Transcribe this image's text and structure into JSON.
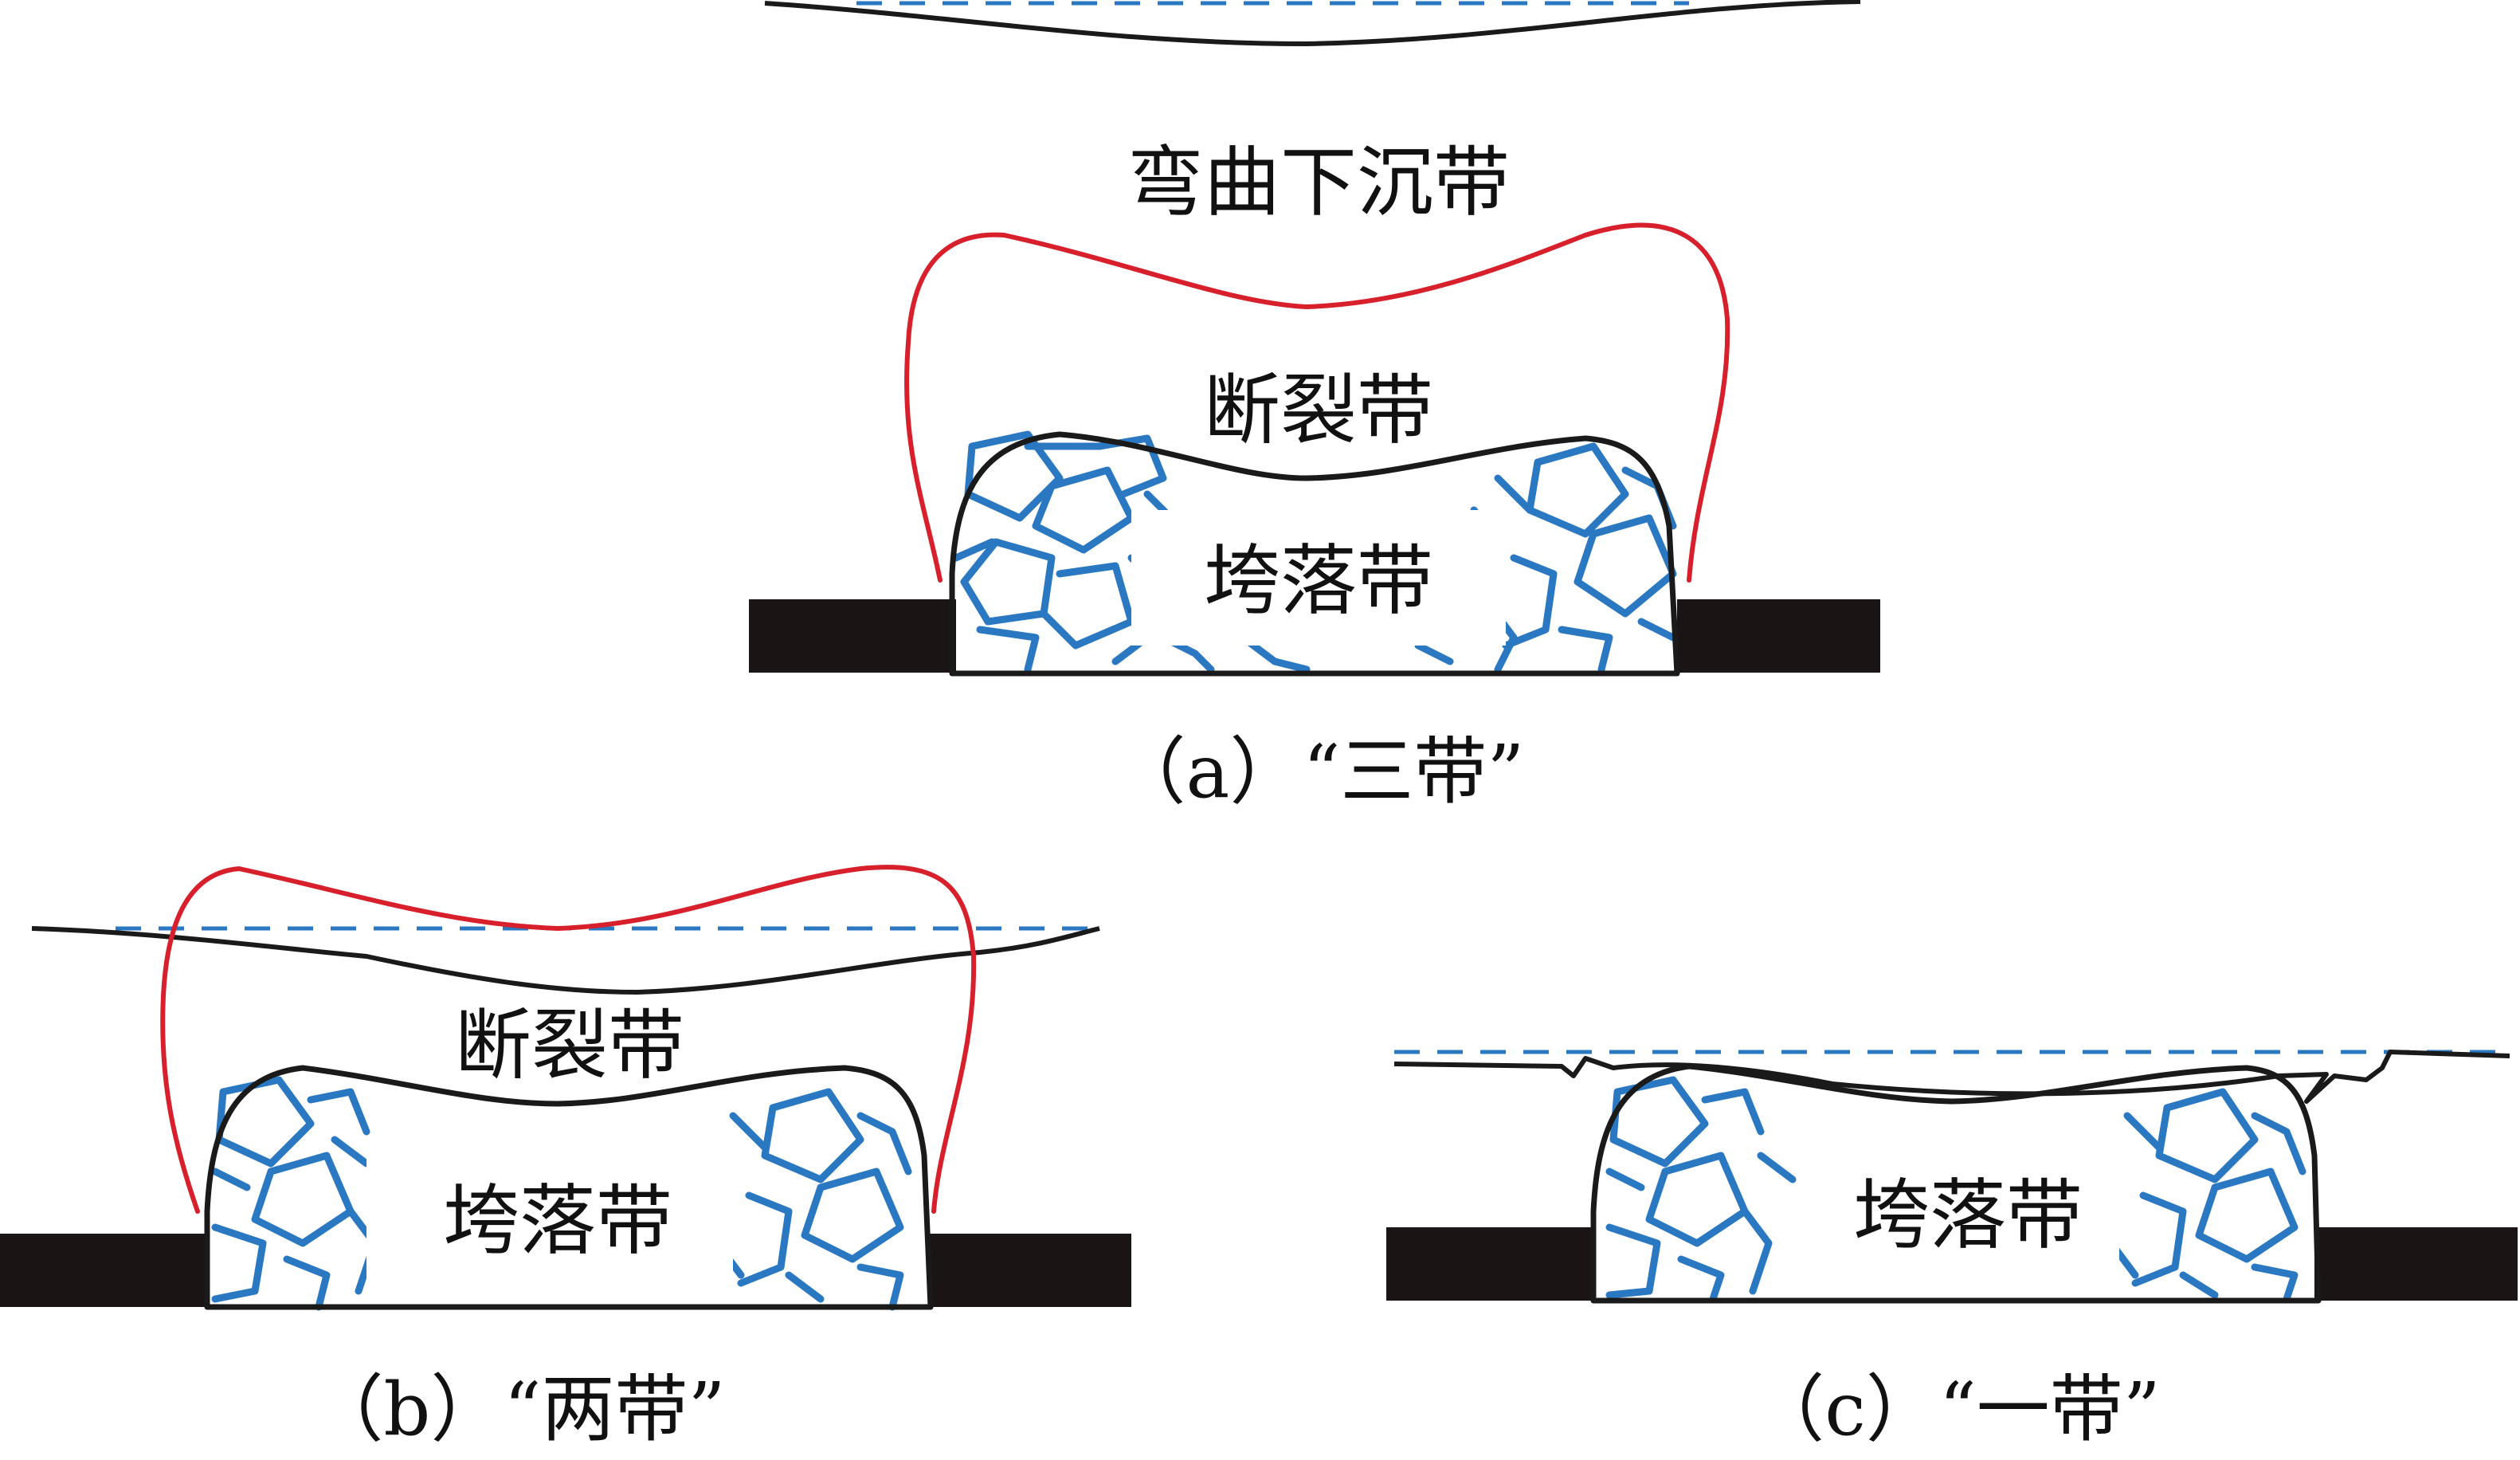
{
  "colors": {
    "envelope": "#d7202b",
    "outline": "#1a1a1a",
    "coal": "#1a1414",
    "rock": "#2b78c2",
    "water": "#2b78c2"
  },
  "panel_a": {
    "label_bending": "弯曲下沉带",
    "label_fracture": "断裂带",
    "label_caving": "垮落带",
    "caption": "（a）“三带”"
  },
  "panel_b": {
    "label_fracture": "断裂带",
    "label_caving": "垮落带",
    "caption": "（b）“两带”"
  },
  "panel_c": {
    "label_caving": "垮落带",
    "caption": "（c）“一带”"
  }
}
